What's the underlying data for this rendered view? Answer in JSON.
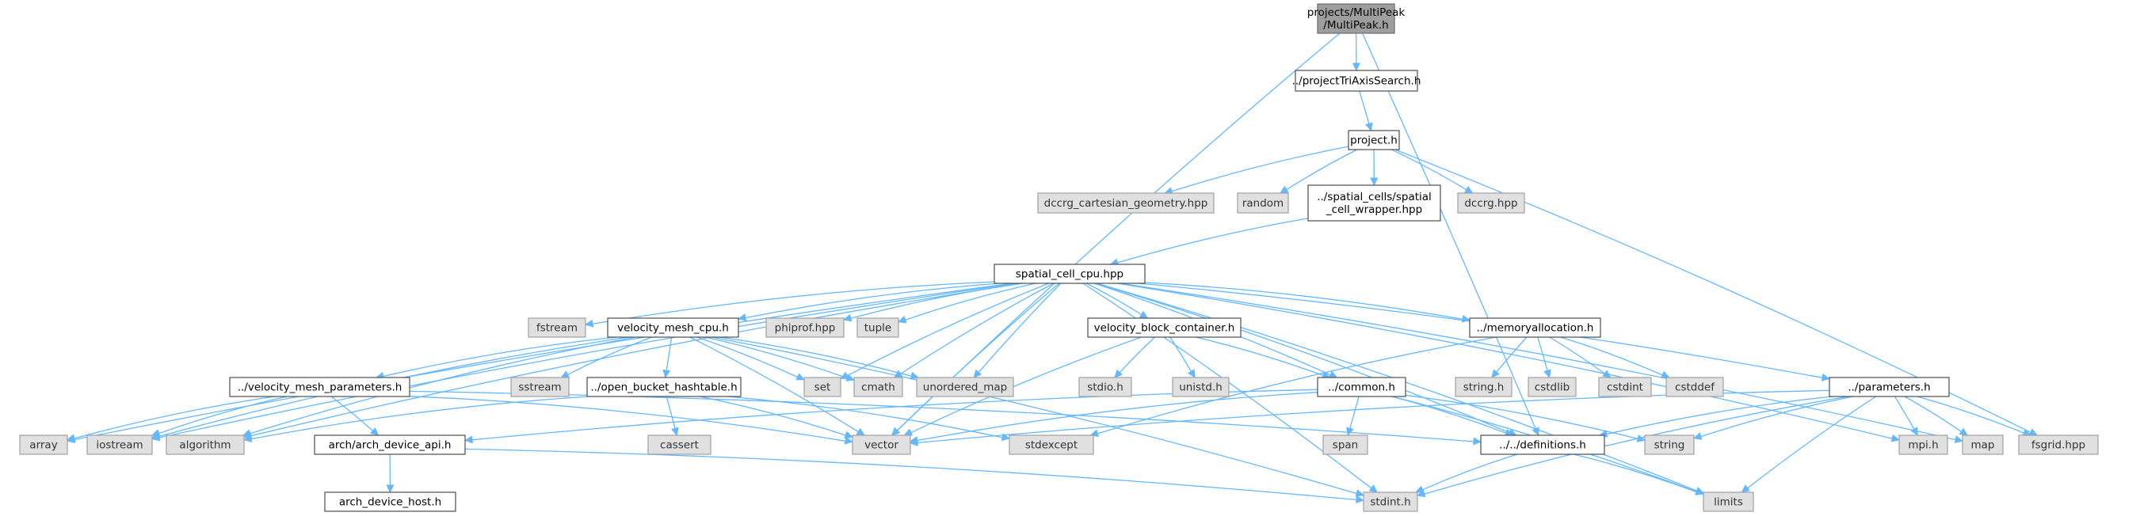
{
  "graph": {
    "colors": {
      "edge": "#63b8ff",
      "root_fill": "#9e9e9e",
      "system_fill": "#e0e0e0",
      "local_fill": "#ffffff"
    },
    "nodes": [
      {
        "id": "root",
        "label": [
          "projects/MultiPeak",
          "/MultiPeak.h"
        ],
        "kind": "root"
      },
      {
        "id": "projTri",
        "label": [
          "../projectTriAxisSearch.h"
        ],
        "kind": "local"
      },
      {
        "id": "project",
        "label": [
          "project.h"
        ],
        "kind": "local"
      },
      {
        "id": "dccrgcart",
        "label": [
          "dccrg_cartesian_geometry.hpp"
        ],
        "kind": "system"
      },
      {
        "id": "random",
        "label": [
          "random"
        ],
        "kind": "system"
      },
      {
        "id": "wrapper",
        "label": [
          "../spatial_cells/spatial",
          "_cell_wrapper.hpp"
        ],
        "kind": "local"
      },
      {
        "id": "dccrg",
        "label": [
          "dccrg.hpp"
        ],
        "kind": "system"
      },
      {
        "id": "scc",
        "label": [
          "spatial_cell_cpu.hpp"
        ],
        "kind": "local"
      },
      {
        "id": "fstream",
        "label": [
          "fstream"
        ],
        "kind": "system"
      },
      {
        "id": "vmc",
        "label": [
          "velocity_mesh_cpu.h"
        ],
        "kind": "local"
      },
      {
        "id": "phiprof",
        "label": [
          "phiprof.hpp"
        ],
        "kind": "system"
      },
      {
        "id": "tuple",
        "label": [
          "tuple"
        ],
        "kind": "system"
      },
      {
        "id": "vbc",
        "label": [
          "velocity_block_container.h"
        ],
        "kind": "local"
      },
      {
        "id": "memalloc",
        "label": [
          "../memoryallocation.h"
        ],
        "kind": "local"
      },
      {
        "id": "vmp",
        "label": [
          "../velocity_mesh_parameters.h"
        ],
        "kind": "local"
      },
      {
        "id": "sstream",
        "label": [
          "sstream"
        ],
        "kind": "system"
      },
      {
        "id": "obh",
        "label": [
          "../open_bucket_hashtable.h"
        ],
        "kind": "local"
      },
      {
        "id": "set",
        "label": [
          "set"
        ],
        "kind": "system"
      },
      {
        "id": "cmath",
        "label": [
          "cmath"
        ],
        "kind": "system"
      },
      {
        "id": "umap",
        "label": [
          "unordered_map"
        ],
        "kind": "system"
      },
      {
        "id": "stdio",
        "label": [
          "stdio.h"
        ],
        "kind": "system"
      },
      {
        "id": "unistd",
        "label": [
          "unistd.h"
        ],
        "kind": "system"
      },
      {
        "id": "common",
        "label": [
          "../common.h"
        ],
        "kind": "local"
      },
      {
        "id": "stringh",
        "label": [
          "string.h"
        ],
        "kind": "system"
      },
      {
        "id": "cstdlib",
        "label": [
          "cstdlib"
        ],
        "kind": "system"
      },
      {
        "id": "cstdint",
        "label": [
          "cstdint"
        ],
        "kind": "system"
      },
      {
        "id": "cstddef",
        "label": [
          "cstddef"
        ],
        "kind": "system"
      },
      {
        "id": "params",
        "label": [
          "../parameters.h"
        ],
        "kind": "local"
      },
      {
        "id": "array",
        "label": [
          "array"
        ],
        "kind": "system"
      },
      {
        "id": "iostream",
        "label": [
          "iostream"
        ],
        "kind": "system"
      },
      {
        "id": "algorithm",
        "label": [
          "algorithm"
        ],
        "kind": "system"
      },
      {
        "id": "archapi",
        "label": [
          "arch/arch_device_api.h"
        ],
        "kind": "local"
      },
      {
        "id": "cassert",
        "label": [
          "cassert"
        ],
        "kind": "system"
      },
      {
        "id": "vector",
        "label": [
          "vector"
        ],
        "kind": "system"
      },
      {
        "id": "stdexcept",
        "label": [
          "stdexcept"
        ],
        "kind": "system"
      },
      {
        "id": "span",
        "label": [
          "span"
        ],
        "kind": "system"
      },
      {
        "id": "defs",
        "label": [
          "../../definitions.h"
        ],
        "kind": "local"
      },
      {
        "id": "string",
        "label": [
          "string"
        ],
        "kind": "system"
      },
      {
        "id": "mpi",
        "label": [
          "mpi.h"
        ],
        "kind": "system"
      },
      {
        "id": "map",
        "label": [
          "map"
        ],
        "kind": "system"
      },
      {
        "id": "fsgrid",
        "label": [
          "fsgrid.hpp"
        ],
        "kind": "system"
      },
      {
        "id": "archhost",
        "label": [
          "arch_device_host.h"
        ],
        "kind": "local"
      },
      {
        "id": "stdint",
        "label": [
          "stdint.h"
        ],
        "kind": "system"
      },
      {
        "id": "limits",
        "label": [
          "limits"
        ],
        "kind": "system"
      }
    ],
    "edges": [
      [
        "root",
        "projTri"
      ],
      [
        "root",
        "vector"
      ],
      [
        "root",
        "defs"
      ],
      [
        "projTri",
        "project"
      ],
      [
        "project",
        "dccrgcart"
      ],
      [
        "project",
        "random"
      ],
      [
        "project",
        "wrapper"
      ],
      [
        "project",
        "dccrg"
      ],
      [
        "project",
        "fsgrid"
      ],
      [
        "wrapper",
        "scc"
      ],
      [
        "scc",
        "array"
      ],
      [
        "scc",
        "iostream"
      ],
      [
        "scc",
        "algorithm"
      ],
      [
        "scc",
        "fstream"
      ],
      [
        "scc",
        "vmc"
      ],
      [
        "scc",
        "phiprof"
      ],
      [
        "scc",
        "tuple"
      ],
      [
        "scc",
        "set"
      ],
      [
        "scc",
        "cmath"
      ],
      [
        "scc",
        "umap"
      ],
      [
        "scc",
        "vector"
      ],
      [
        "scc",
        "vbc"
      ],
      [
        "scc",
        "common"
      ],
      [
        "scc",
        "memalloc"
      ],
      [
        "scc",
        "stdint"
      ],
      [
        "scc",
        "defs"
      ],
      [
        "scc",
        "params"
      ],
      [
        "scc",
        "mpi"
      ],
      [
        "scc",
        "map"
      ],
      [
        "scc",
        "limits"
      ],
      [
        "vmc",
        "iostream"
      ],
      [
        "vmc",
        "algorithm"
      ],
      [
        "vmc",
        "vmp"
      ],
      [
        "vmc",
        "sstream"
      ],
      [
        "vmc",
        "obh"
      ],
      [
        "vmc",
        "set"
      ],
      [
        "vmc",
        "cmath"
      ],
      [
        "vmc",
        "umap"
      ],
      [
        "vmc",
        "vector"
      ],
      [
        "vmc",
        "stdint"
      ],
      [
        "vmp",
        "array"
      ],
      [
        "vmp",
        "iostream"
      ],
      [
        "vmp",
        "archapi"
      ],
      [
        "vmp",
        "vector"
      ],
      [
        "vmp",
        "defs"
      ],
      [
        "obh",
        "algorithm"
      ],
      [
        "obh",
        "cassert"
      ],
      [
        "obh",
        "vector"
      ],
      [
        "obh",
        "stdexcept"
      ],
      [
        "vbc",
        "stdio"
      ],
      [
        "vbc",
        "unistd"
      ],
      [
        "vbc",
        "vector"
      ],
      [
        "vbc",
        "common"
      ],
      [
        "common",
        "archapi"
      ],
      [
        "common",
        "span"
      ],
      [
        "common",
        "defs"
      ],
      [
        "common",
        "vector"
      ],
      [
        "common",
        "limits"
      ],
      [
        "common",
        "string"
      ],
      [
        "memalloc",
        "stringh"
      ],
      [
        "memalloc",
        "cstdlib"
      ],
      [
        "memalloc",
        "cstdint"
      ],
      [
        "memalloc",
        "cstddef"
      ],
      [
        "memalloc",
        "stdexcept"
      ],
      [
        "params",
        "vector"
      ],
      [
        "params",
        "defs"
      ],
      [
        "params",
        "string"
      ],
      [
        "params",
        "mpi"
      ],
      [
        "params",
        "map"
      ],
      [
        "params",
        "fsgrid"
      ],
      [
        "params",
        "stdint"
      ],
      [
        "params",
        "limits"
      ],
      [
        "archapi",
        "archhost"
      ],
      [
        "archapi",
        "stdint"
      ],
      [
        "defs",
        "stdint"
      ],
      [
        "defs",
        "limits"
      ]
    ]
  }
}
